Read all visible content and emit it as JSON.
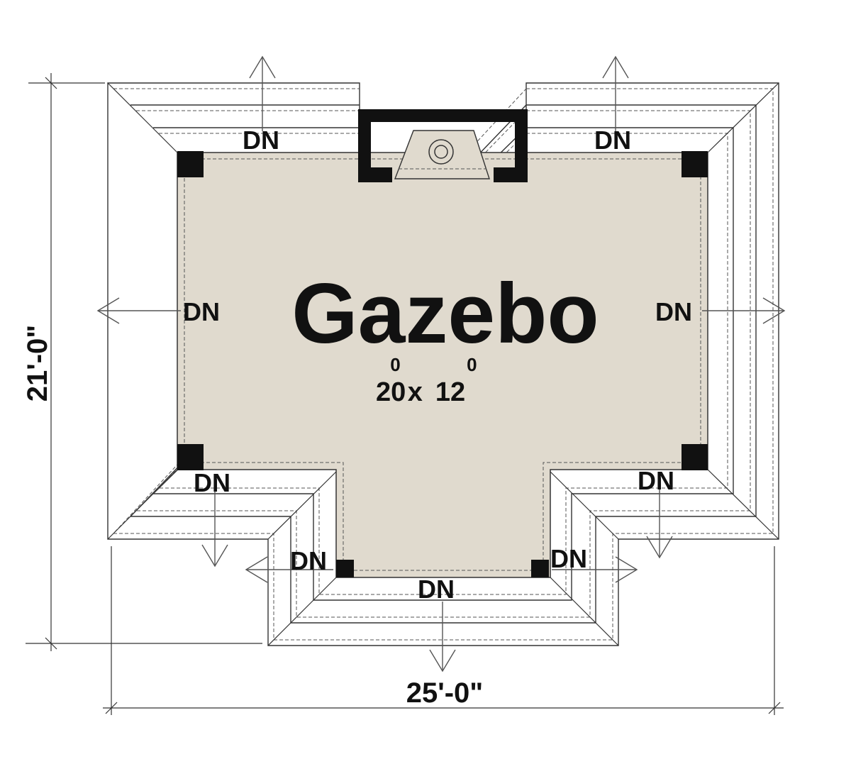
{
  "room": {
    "name": "Gazebo",
    "width_ft": "20",
    "width_sup": "0",
    "times": "x",
    "depth_ft": "12",
    "depth_sup": "0"
  },
  "dimensions": {
    "height_label": "21'-0\"",
    "width_label": "25'-0\""
  },
  "stairs": {
    "label": "DN"
  },
  "colors": {
    "floor": "#e0dace",
    "line": "#333333",
    "post": "#111111",
    "background": "#ffffff"
  }
}
